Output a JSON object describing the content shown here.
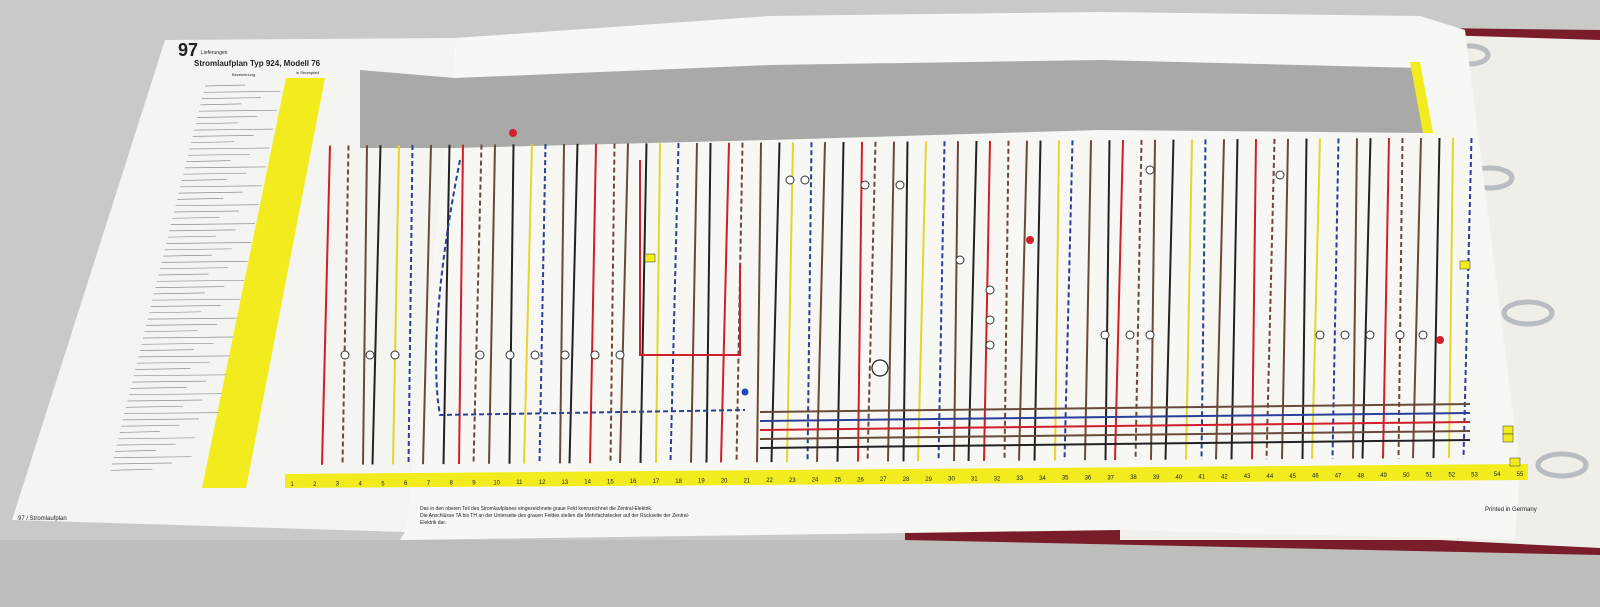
{
  "page": {
    "number": "97",
    "number_suffix": "Lieferungen",
    "title": "Stromlaufplan Typ 924, Modell 76",
    "legend_header_left": "Bezeichnung",
    "legend_header_right": "in Strompfad",
    "footer_left": "97 / Stromlaufplan",
    "footer_right": "Printed in Germany",
    "note_lines": [
      "Das in den oberen Teil des Stromlaufplanes eingezeichnete graue Feld kennzeichnet die Zentral-Elektrik.",
      "Die Anschlüsse TA bis TH an der Unterseite des grauen Feldes stellen die Mehrfachstecker auf der Rückseite der Zentral-",
      "Elektrik dar."
    ]
  },
  "circuit_numbers": [
    "1",
    "2",
    "3",
    "4",
    "5",
    "6",
    "7",
    "8",
    "9",
    "10",
    "11",
    "12",
    "13",
    "14",
    "15",
    "16",
    "17",
    "18",
    "19",
    "20",
    "21",
    "22",
    "23",
    "24",
    "25",
    "26",
    "27",
    "28",
    "29",
    "30",
    "31",
    "32",
    "33",
    "34",
    "35",
    "36",
    "37",
    "38",
    "39",
    "40",
    "41",
    "42",
    "43",
    "44",
    "45",
    "46",
    "47",
    "48",
    "49",
    "50",
    "51",
    "52",
    "53",
    "54",
    "55"
  ],
  "colors": {
    "wall": "#c9c9c6",
    "paper": "#f6f6f3",
    "central_panel": "#a9aaa8",
    "highlight": "#f2ec1e",
    "binder": "#7a1d2b"
  }
}
